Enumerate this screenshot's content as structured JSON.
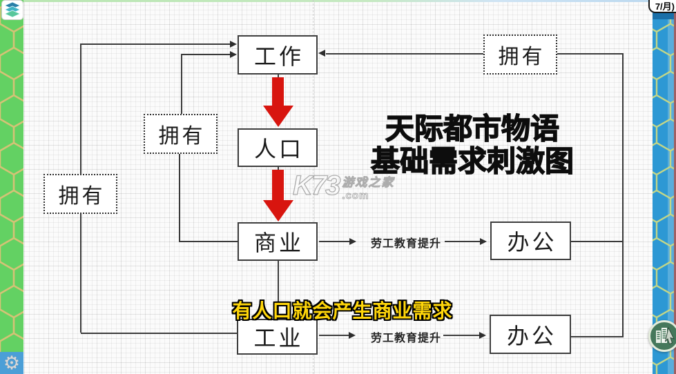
{
  "window": {
    "date_display": "7/月)"
  },
  "game_ui": {
    "icons": {
      "top_left": "layers-icon",
      "bottom_left": "gear-icon",
      "right_tool": "building-cursor-icon"
    },
    "colors": {
      "left_strip_green": "#63d163",
      "right_strip_blue": "#2d98d4",
      "hex_outline_left": "#d5c276",
      "hex_outline_right": "#c3d687",
      "gear_panel_blue": "#4b9fd7"
    }
  },
  "diagram": {
    "title_line1": "天际都市物语",
    "title_line2": "基础需求刺激图",
    "subtitle": "有人口就会产生商业需求",
    "watermark": {
      "brand": "K73",
      "tag": "游戏之家",
      "domain": ".com"
    },
    "nodes": {
      "work": "工作",
      "population": "人口",
      "commerce": "商业",
      "industry": "工业",
      "office_top": "办公",
      "office_bottom": "办公",
      "own_top_right": "拥有",
      "own_middle": "拥有",
      "own_left": "拥有"
    },
    "edge_labels": {
      "commerce_to_office": "劳工教育提升",
      "industry_to_office": "劳工教育提升"
    },
    "colors": {
      "arrow_red": "#d8150f",
      "subtitle_yellow": "#ffd60a",
      "box_border": "#3d3d3d"
    }
  }
}
